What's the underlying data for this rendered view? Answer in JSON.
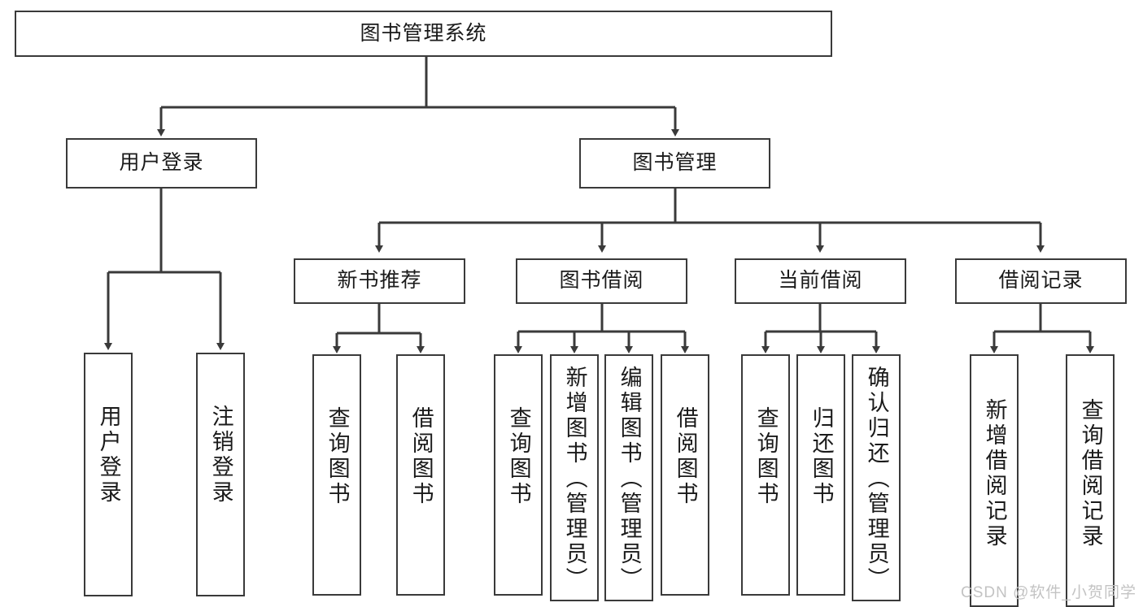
{
  "diagram": {
    "title": "图书管理系统",
    "type": "tree-hierarchy-chart",
    "watermark": "CSDN @软件_小贺同学",
    "colors": {
      "background": "#ffffff",
      "node_border": "#3a3a3a",
      "node_fill": "#ffffff",
      "edge": "#3a3a3a",
      "text": "#1a1a1a",
      "watermark": "#c3c3c3"
    },
    "root": {
      "label": "图书管理系统"
    },
    "level2": [
      {
        "label": "用户登录"
      },
      {
        "label": "图书管理"
      }
    ],
    "level3": [
      {
        "label": "新书推荐"
      },
      {
        "label": "图书借阅"
      },
      {
        "label": "当前借阅"
      },
      {
        "label": "借阅记录"
      }
    ],
    "leaves": {
      "user_login": [
        {
          "label": "用户登录"
        },
        {
          "label": "注销登录"
        }
      ],
      "new_book": [
        {
          "label": "查询图书"
        },
        {
          "label": "借阅图书"
        }
      ],
      "book_borrow": [
        {
          "label": "查询图书"
        },
        {
          "label": "新增图书（管理员）"
        },
        {
          "label": "编辑图书（管理员）"
        },
        {
          "label": "借阅图书"
        }
      ],
      "current_borrow": [
        {
          "label": "查询图书"
        },
        {
          "label": "归还图书"
        },
        {
          "label": "确认归还（管理员）"
        }
      ],
      "borrow_record": [
        {
          "label": "新增借阅记录"
        },
        {
          "label": "查询借阅记录"
        }
      ]
    }
  }
}
